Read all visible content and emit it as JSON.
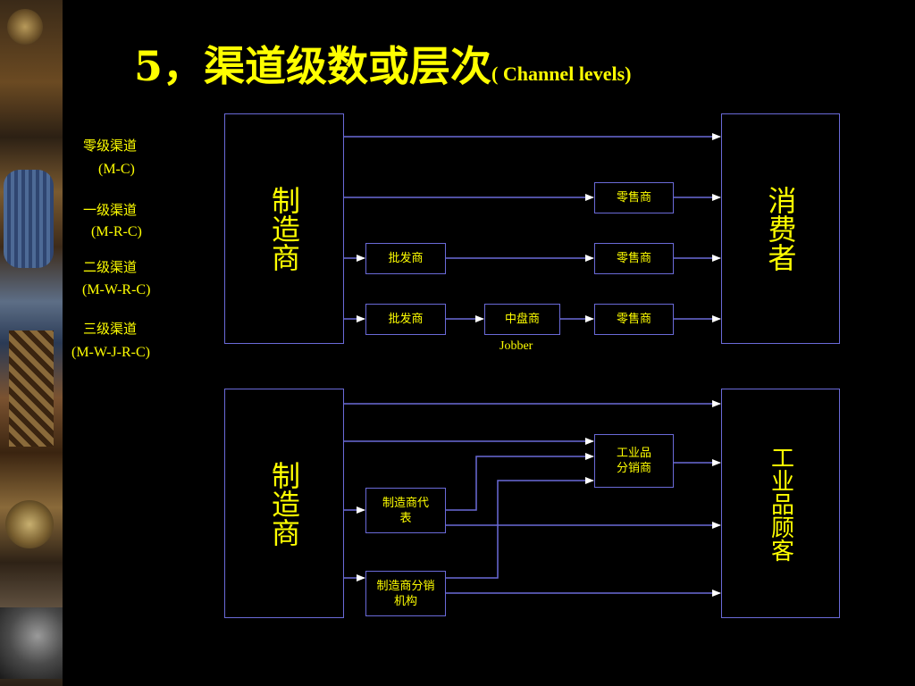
{
  "title": {
    "main": "5，渠道级数或层次",
    "sub": "( Channel levels)"
  },
  "left_labels": [
    {
      "name": "零级渠道",
      "code": "(M-C)"
    },
    {
      "name": "一级渠道",
      "code": "(M-R-C)"
    },
    {
      "name": "二级渠道",
      "code": "(M-W-R-C)"
    },
    {
      "name": "三级渠道",
      "code": "(M-W-J-R-C)"
    }
  ],
  "diagram_top": {
    "producer": "制造商",
    "consumer": "消费者",
    "retailer_1": "零售商",
    "wholesaler_2": "批发商",
    "retailer_2": "零售商",
    "wholesaler_3": "批发商",
    "jobber_3": "中盘商",
    "retailer_3": "零售商",
    "jobber_caption": "Jobber"
  },
  "diagram_bottom": {
    "producer": "制造商",
    "customer": "工业品顾客",
    "distributor": "工业品分销商",
    "rep": "制造商代表",
    "branch": "制造商分销机构"
  },
  "colors": {
    "text": "#ffff00",
    "box_border": "#6a6ad8",
    "background": "#000000"
  }
}
